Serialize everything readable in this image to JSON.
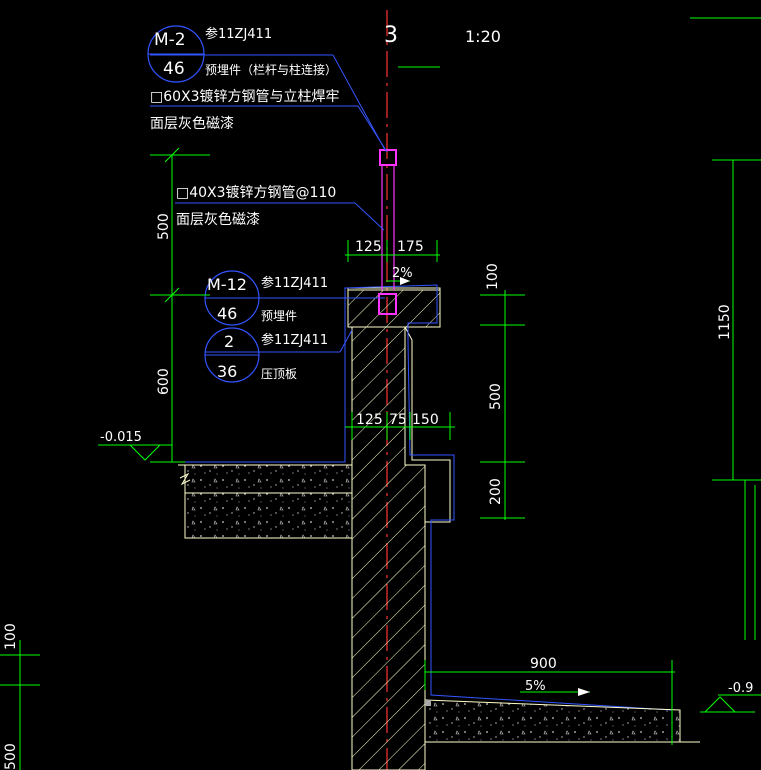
{
  "labels": {
    "axis_number": "3",
    "scale": "1:20",
    "ref_code_1": "参11ZJ411",
    "detail_1_top": "M-2",
    "detail_1_bottom": "46",
    "embedded_note_1": "预埋件（栏杆与柱连接）",
    "steel_tube_60": "□60X3镀锌方钢管与立柱焊牢",
    "finish_1": "面层灰色磁漆",
    "steel_tube_40": "□40X3镀锌方钢管@110",
    "finish_2": "面层灰色磁漆",
    "detail_2_top": "M-12",
    "detail_2_bottom": "46",
    "ref_code_2": "参11ZJ411",
    "embedded_note_2": "预埋件",
    "detail_3_top": "2",
    "detail_3_bottom": "36",
    "ref_code_3": "参11ZJ411",
    "coping_note": "压顶板",
    "slope_2": "2%",
    "slope_5": "5%",
    "level_left": "-0.015",
    "level_right": "-0.9"
  },
  "dimensions": {
    "d125_top": "125",
    "d175_top": "175",
    "d500_left": "500",
    "d600_left": "600",
    "d100_right": "100",
    "d500_right": "500",
    "d200_right": "200",
    "d1150": "1150",
    "d125_mid": "125",
    "d75_mid": "75",
    "d150_mid": "150",
    "d900": "900",
    "d100_far_left": "100",
    "d500_far_left": "500"
  },
  "colors": {
    "dim_line": "#00ff00",
    "wall": "#ffff99",
    "leader": "#3333ff",
    "axis": "#ff3333",
    "railing": "#ff33ff",
    "text": "#ffffff"
  }
}
